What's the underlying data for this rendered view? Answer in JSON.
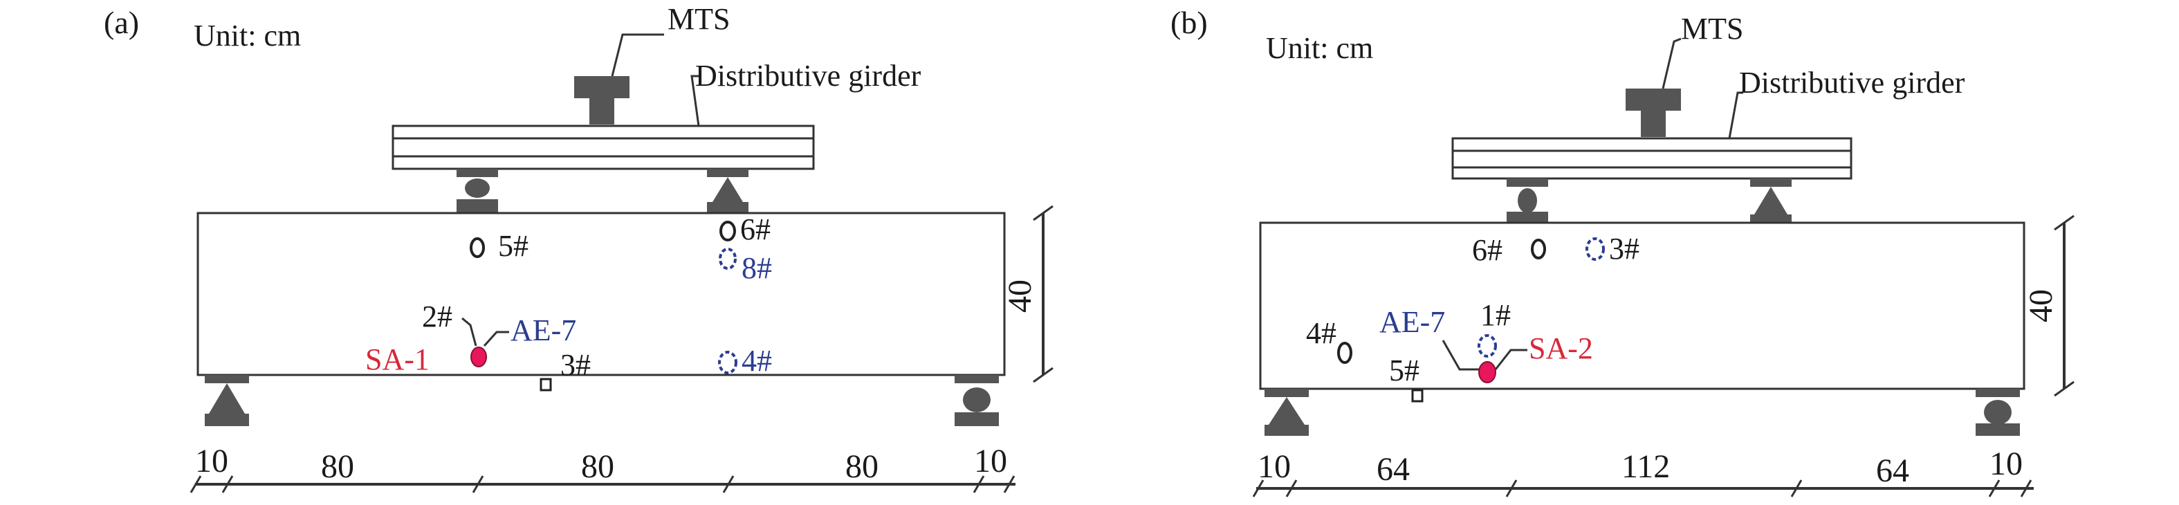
{
  "panel_a": {
    "tag": "(a)",
    "unit": "Unit: cm",
    "machine": "MTS",
    "girder": "Distributive girder",
    "height": "40",
    "sensors": {
      "s5": "5#",
      "s6": "6#",
      "s8": "8#",
      "s2": "2#",
      "ae": "AE-7",
      "sa": "SA-1",
      "s3": "3#",
      "s4": "4#"
    },
    "dims": [
      "10",
      "80",
      "80",
      "80",
      "10"
    ]
  },
  "panel_b": {
    "tag": "(b)",
    "unit": "Unit: cm",
    "machine": "MTS",
    "girder": "Distributive girder",
    "height": "40",
    "sensors": {
      "s6": "6#",
      "s3": "3#",
      "s4": "4#",
      "ae": "AE-7",
      "s1": "1#",
      "sa": "SA-2",
      "s5": "5#"
    },
    "dims": [
      "10",
      "64",
      "112",
      "64",
      "10"
    ]
  },
  "colors": {
    "blue": "#2a3d91",
    "red": "#d8283a",
    "pink": "#e8175d",
    "steel": "#555555"
  }
}
